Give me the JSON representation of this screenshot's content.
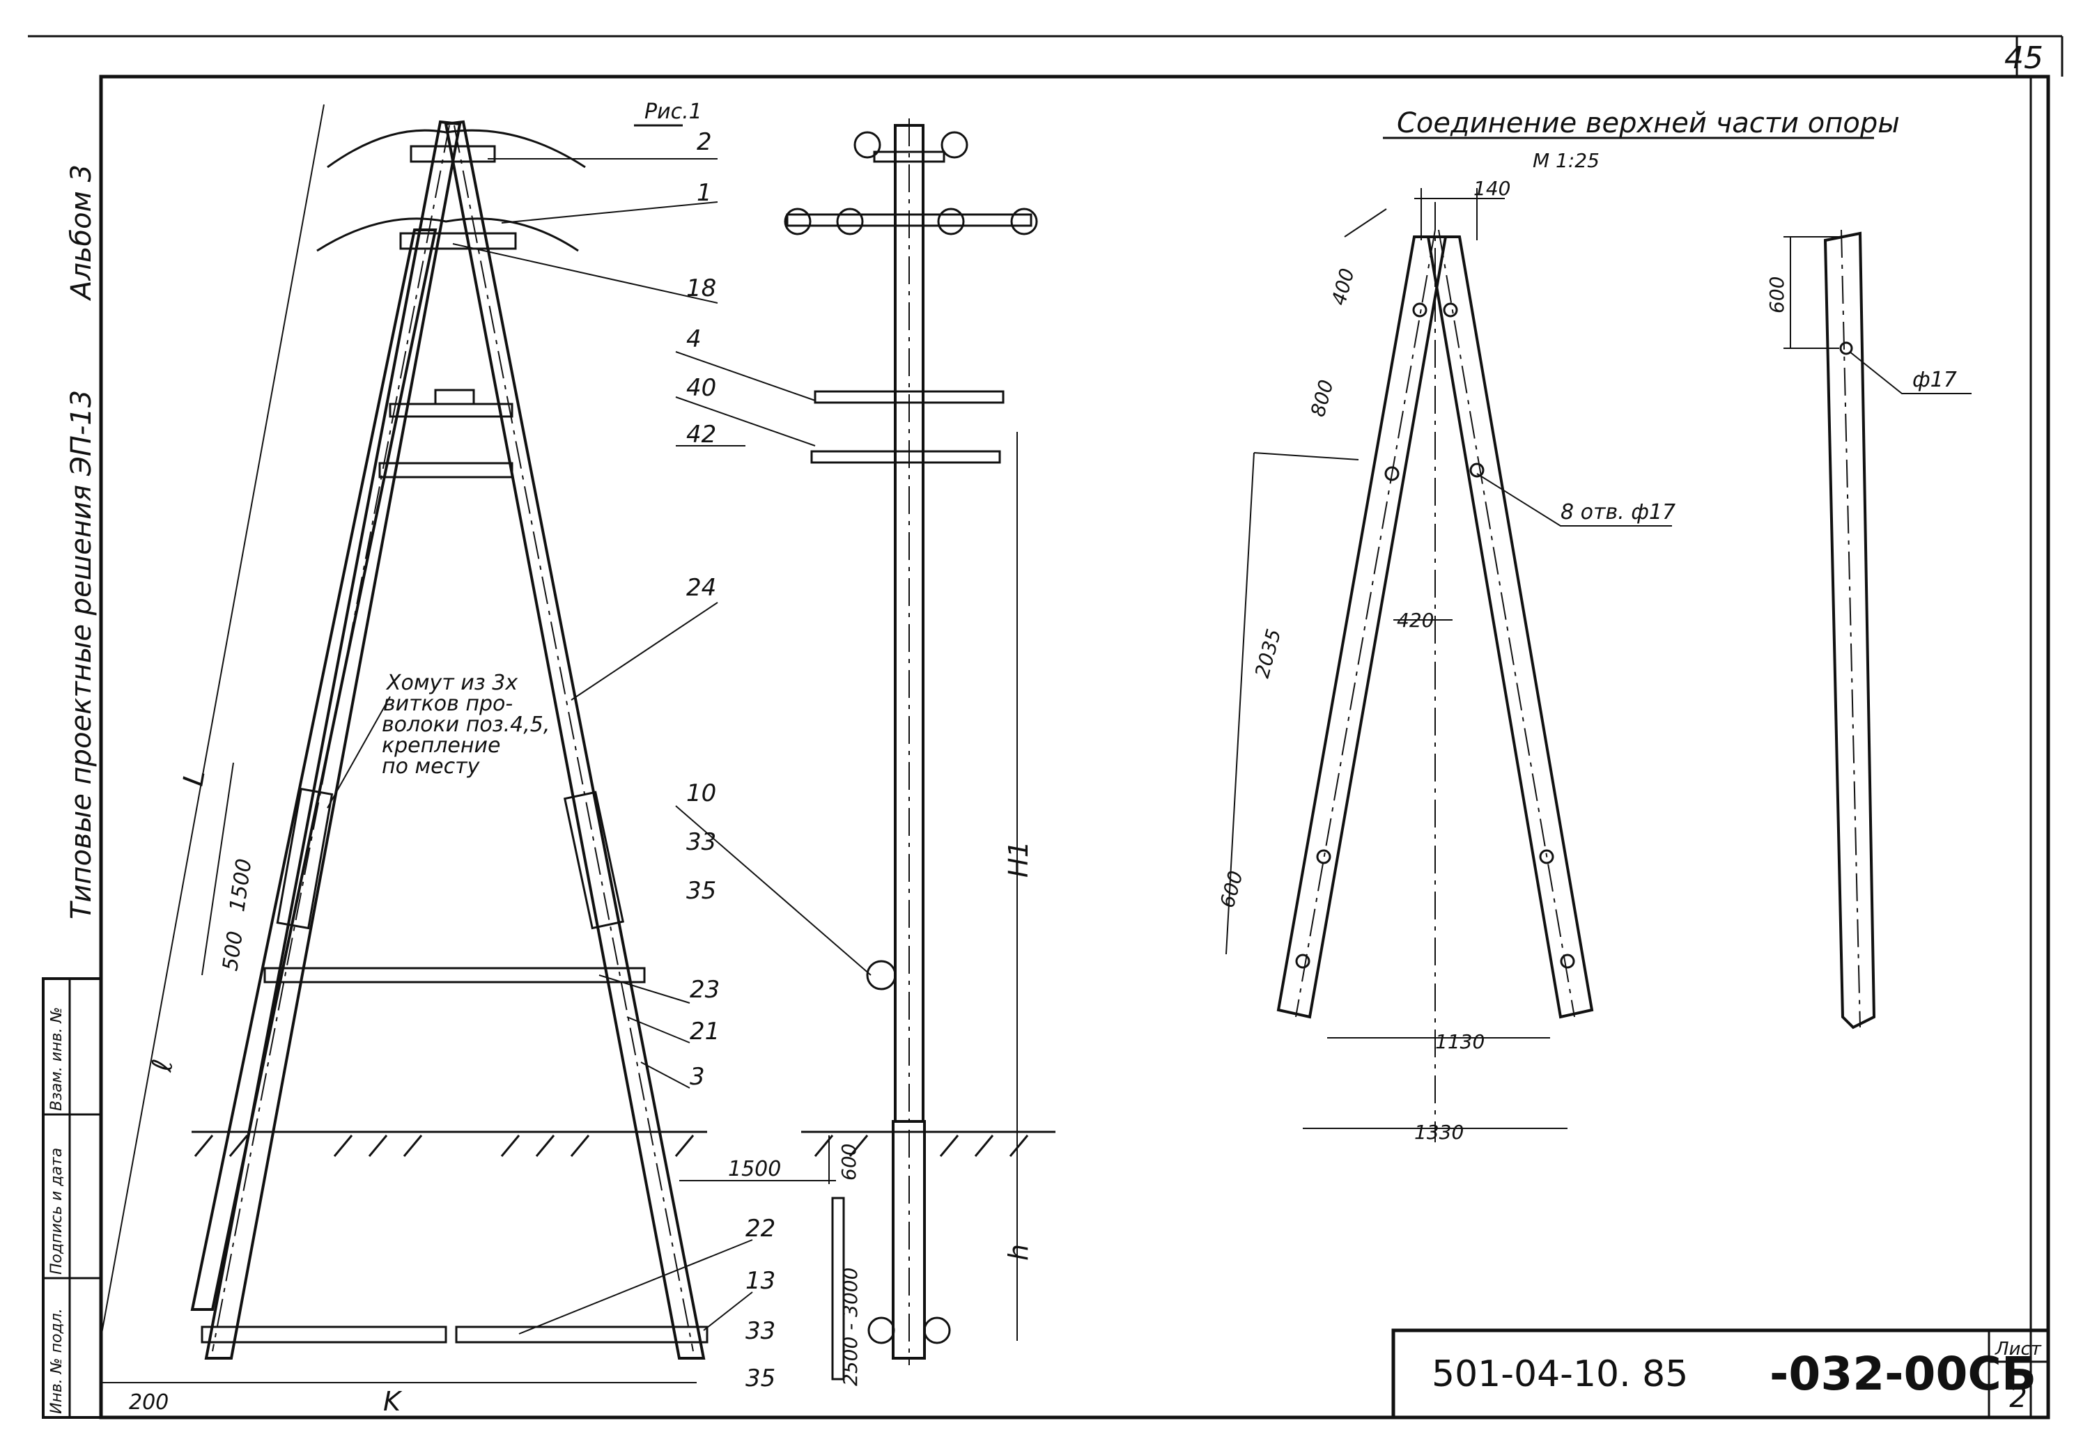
{
  "sheet": {
    "page_number": "45",
    "album_vertical": "Альбом 3",
    "series_vertical": "Типовые проектные решения ЭП-13",
    "side_stamp": [
      "Инв. № подл.",
      "Подпись и дата",
      "Взам. инв. №"
    ],
    "doc_number": "501-04-10. 85",
    "drawing_code": "-032-00СБ",
    "sheet_label": "Лист",
    "sheet_num": "2"
  },
  "fig1": {
    "title": "Рис.1",
    "callouts": [
      "2",
      "1",
      "18",
      "4",
      "40",
      "42",
      "24",
      "10",
      "33",
      "35",
      "23",
      "21",
      "3",
      "22",
      "13",
      "33",
      "35"
    ],
    "note_lines": [
      "Хомут из 3х",
      "витков про-",
      "волоки поз.4,5,",
      "крепление",
      "по месту"
    ],
    "dims": {
      "L": "L",
      "l": "ℓ",
      "d1500": "1500",
      "d500": "500",
      "d200": "200",
      "K": "K",
      "H1": "H1",
      "h": "h",
      "d1500b": "1500",
      "d600": "600",
      "d2500": "2500 - 3000"
    }
  },
  "detail": {
    "title": "Соединение верхней части опоры",
    "scale": "М 1:25",
    "dims": [
      "140",
      "400",
      "800",
      "2035",
      "600",
      "420",
      "1130",
      "1330",
      "600"
    ],
    "holes_note": "8 отв. ф17",
    "hole_note": "ф17"
  }
}
